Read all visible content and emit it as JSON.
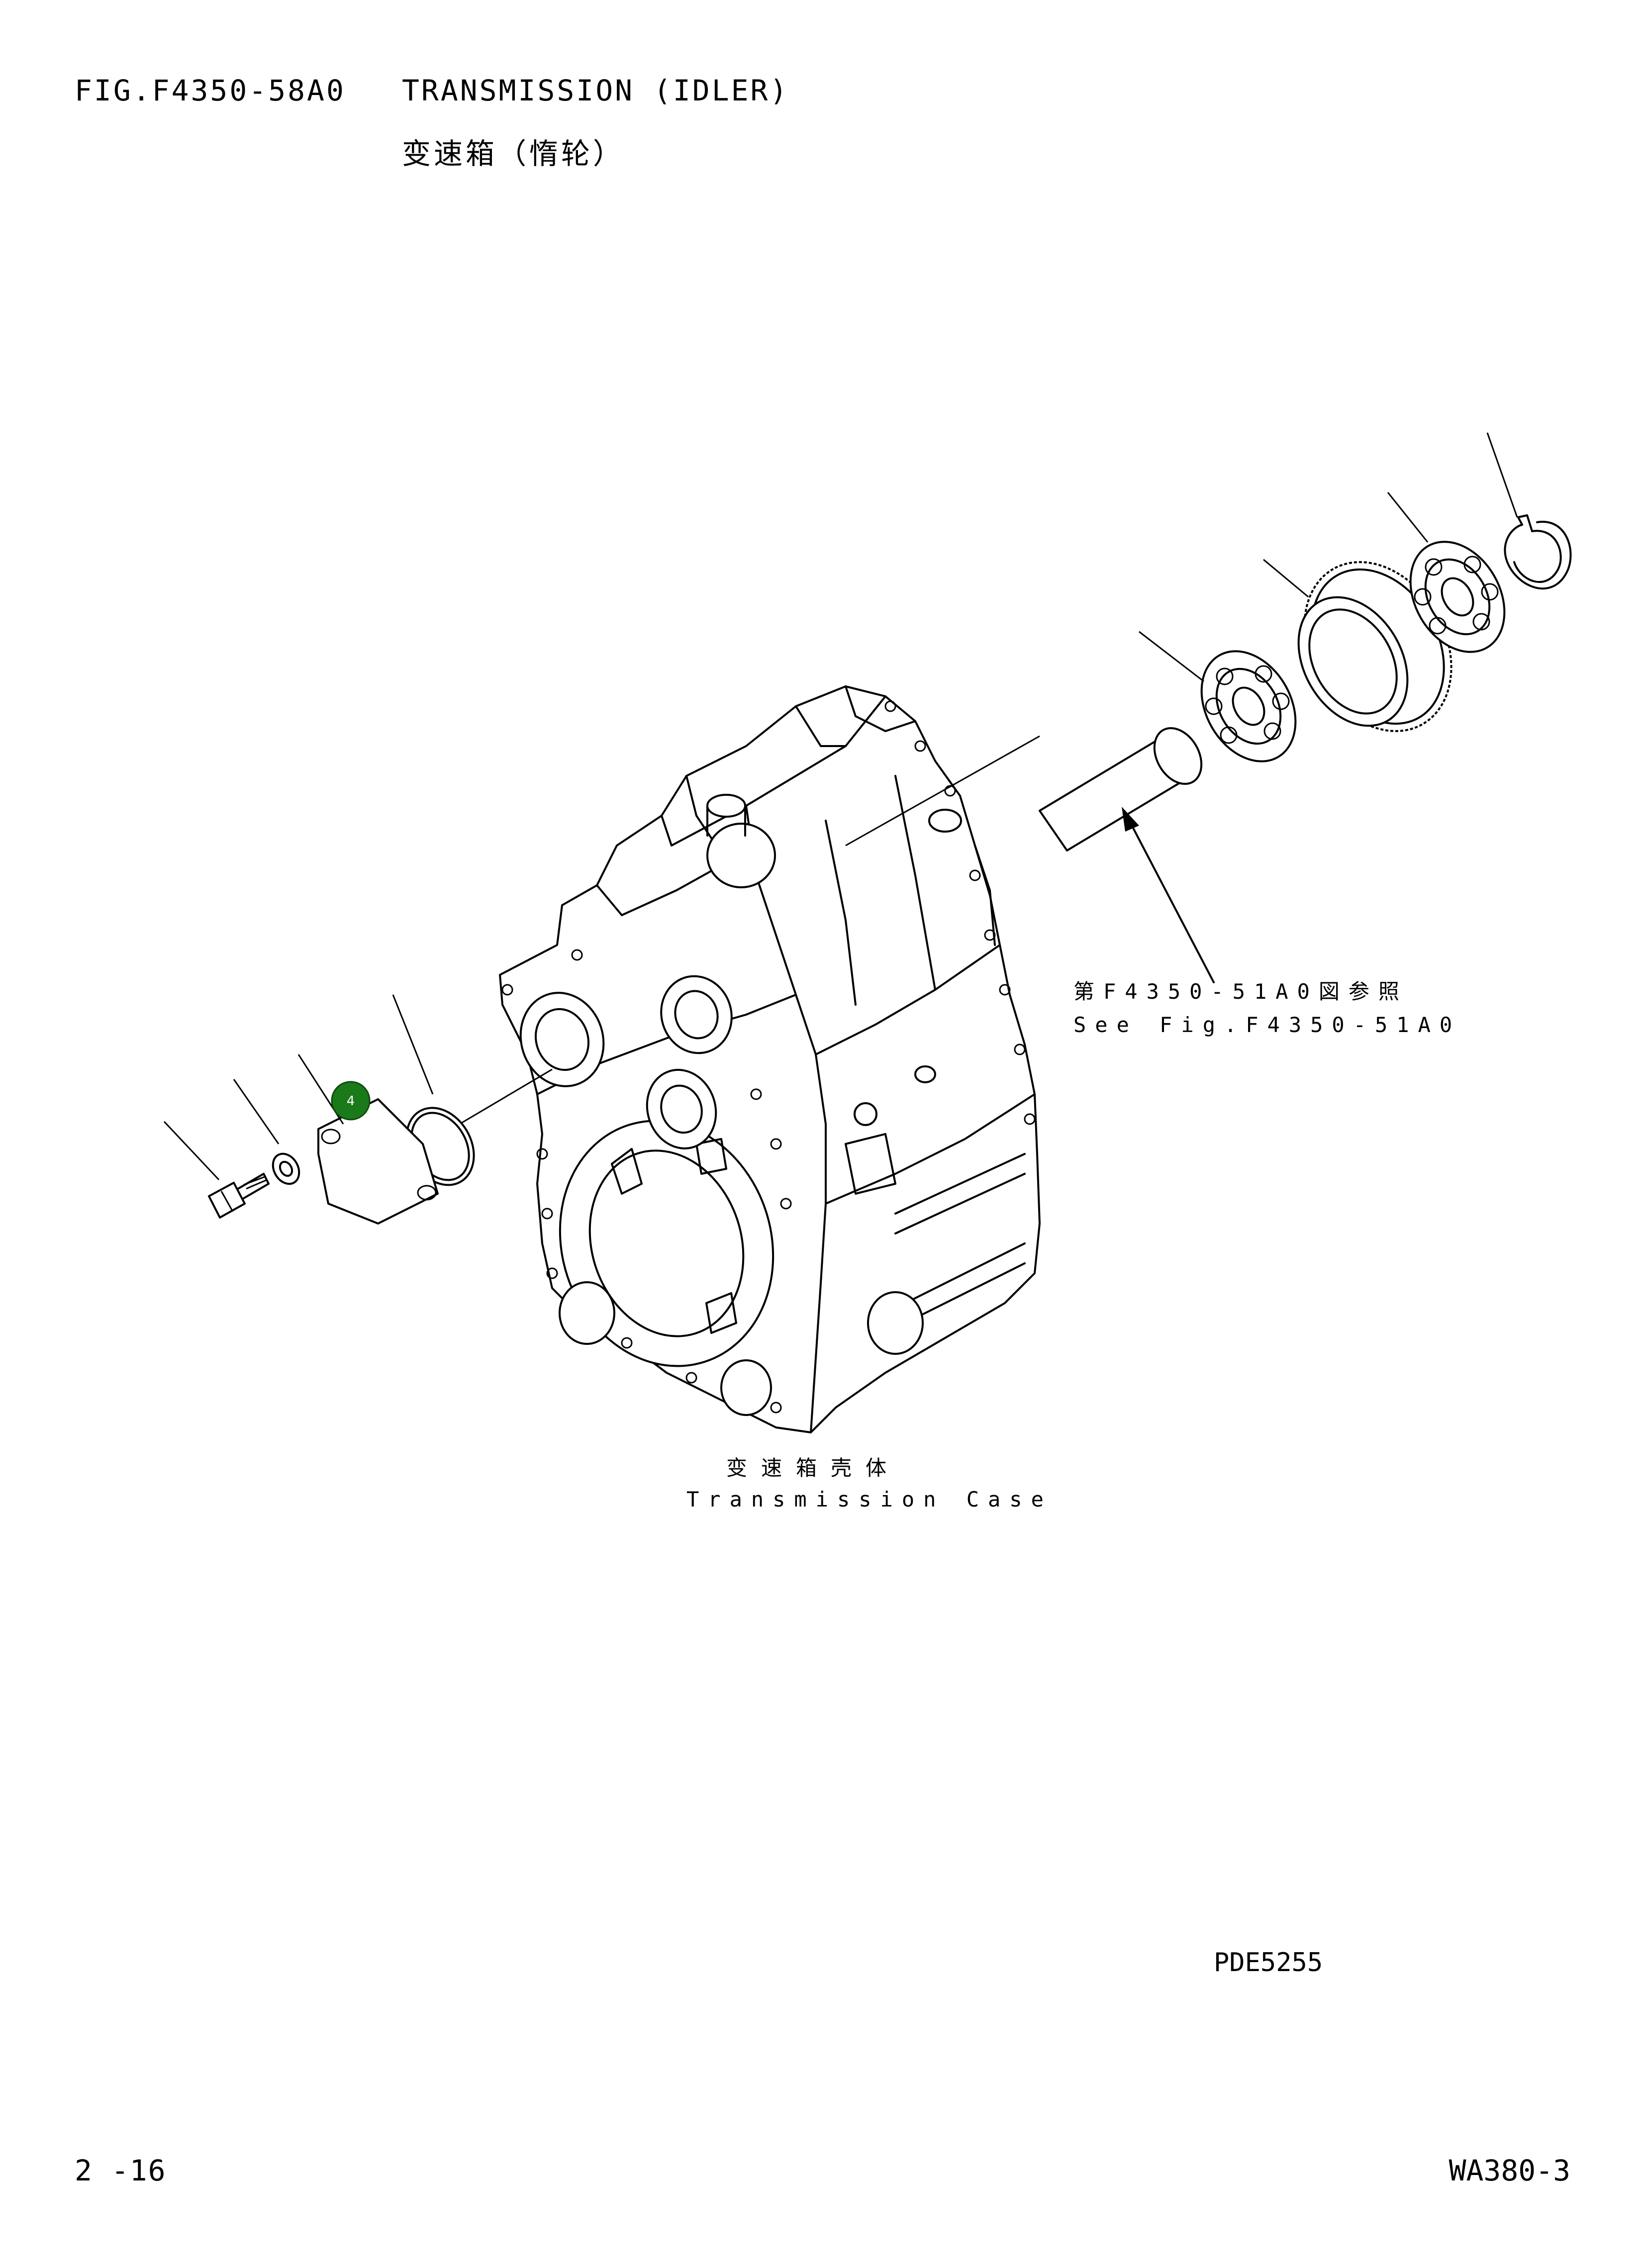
{
  "header": {
    "fig_number": "FIG.F4350-58A0",
    "title_en": "TRANSMISSION  (IDLER)",
    "title_cn": "变速箱（惰轮）"
  },
  "labels": {
    "reference_cn": "第F4350-51A0図参照",
    "reference_en": "See Fig.F4350-51A0",
    "case_cn": "变速箱壳体",
    "case_en": "Transmission Case"
  },
  "callouts": [
    {
      "label": "4",
      "color": "#1a7a1a"
    }
  ],
  "footer": {
    "drawing_code": "PDE5255",
    "page": "2 -16",
    "model": "WA380-3"
  }
}
